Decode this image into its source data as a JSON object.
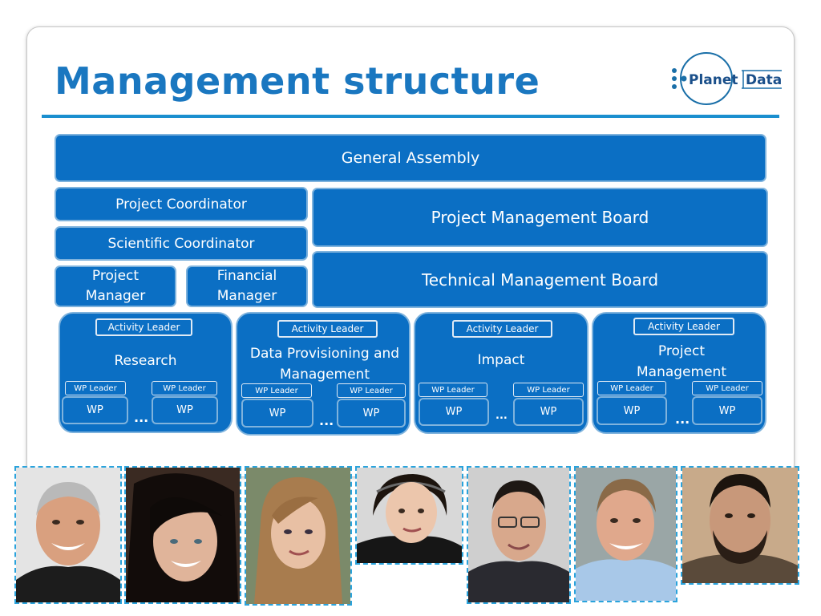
{
  "slide": {
    "title": "Management structure"
  },
  "logo": {
    "word1": "Planet",
    "word2": "Data"
  },
  "colors": {
    "box_fill": "#0b6fc4",
    "box_border": "#7fb3dd",
    "title": "#1a77c0",
    "rule": "#1a8fcf",
    "photo_border": "#2aa3dc"
  },
  "org": {
    "general_assembly": "General Assembly",
    "project_coordinator": "Project Coordinator",
    "scientific_coordinator": "Scientific Coordinator",
    "project_manager": "Project Manager",
    "financial_manager": "Financial Manager",
    "project_management_board": "Project Management Board",
    "technical_management_board": "Technical Management Board",
    "activity_leader_label": "Activity Leader",
    "wp_leader_label": "WP Leader",
    "wp_label": "WP",
    "ellipsis": "...",
    "activities": [
      {
        "name": "Research"
      },
      {
        "name": "Data Provisioning and Management"
      },
      {
        "name": "Impact"
      },
      {
        "name": "Project Management"
      }
    ]
  },
  "photos": [
    {
      "subject": "smiling-man-gray-hair"
    },
    {
      "subject": "smiling-woman-dark-hair"
    },
    {
      "subject": "woman-long-hair"
    },
    {
      "subject": "woman-headband"
    },
    {
      "subject": "man-glasses"
    },
    {
      "subject": "man-blue-shirt"
    },
    {
      "subject": "man-beard"
    }
  ]
}
